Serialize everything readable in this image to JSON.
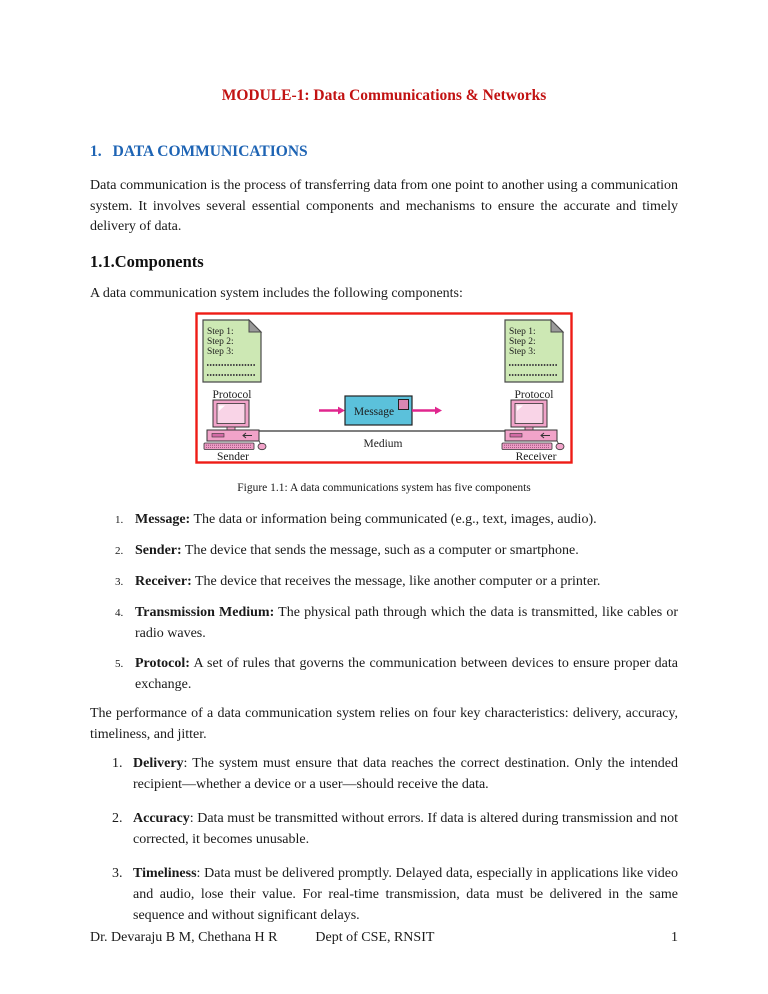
{
  "title": "MODULE-1: Data Communications & Networks",
  "section1": {
    "heading_num": "1.",
    "heading_title": "DATA COMMUNICATIONS",
    "intro": "Data communication is the process of transferring data from one point to another using a communication system. It involves several essential components and mechanisms to ensure the accurate and timely delivery of data."
  },
  "section11": {
    "heading": "1.1.Components",
    "lead": "A data communication system includes the following components:"
  },
  "figure": {
    "caption": "Figure 1.1: A data communications system has five components",
    "doc_lines": [
      "Step 1:",
      "Step 2:",
      "Step 3:"
    ],
    "protocol_left_label": "Protocol",
    "protocol_right_label": "Protocol",
    "message_label": "Message",
    "medium_label": "Medium",
    "sender_label": "Sender",
    "receiver_label": "Receiver"
  },
  "components_list": [
    {
      "num": "1.",
      "term": "Message:",
      "rest": " The data or information being communicated (e.g., text, images, audio)."
    },
    {
      "num": "2.",
      "term": "Sender:",
      "rest": " The device that sends the message, such as a computer or smartphone."
    },
    {
      "num": "3.",
      "term": "Receiver:",
      "rest": " The device that receives the message, like another computer or a printer."
    },
    {
      "num": "4.",
      "term": "Transmission Medium:",
      "rest": " The physical path through which the data is transmitted, like cables or radio waves."
    },
    {
      "num": "5.",
      "term": "Protocol:",
      "rest": " A set of rules that governs the communication between devices to ensure proper data exchange."
    }
  ],
  "performance_para": "The performance of a data communication system relies on four key characteristics: delivery, accuracy, timeliness, and jitter.",
  "characteristics_list": [
    {
      "num": "1.",
      "term": "Delivery",
      "rest": ": The system must ensure that data reaches the correct destination. Only the intended recipient—whether a device or a user—should receive the data."
    },
    {
      "num": "2.",
      "term": "Accuracy",
      "rest": ": Data must be transmitted without errors. If data is altered during transmission and not corrected, it becomes unusable."
    },
    {
      "num": "3.",
      "term": "Timeliness",
      "rest": ": Data must be delivered promptly. Delayed data, especially in applications like video and audio, lose their value. For real-time transmission, data must be delivered in the same sequence and without significant delays."
    }
  ],
  "footer": {
    "authors": "Dr. Devaraju B M, Chethana H R",
    "dept": "Dept of CSE, RNSIT",
    "page_number": "1"
  },
  "colors": {
    "title_red": "#C21212",
    "heading_blue": "#1E64B4",
    "figure_border_red": "#EE1C16",
    "protocol_doc_green": "#CDE8B4",
    "message_box_blue": "#5BC1DB",
    "arrow_pink": "#E0268E",
    "computer_pink": "#F1A3C9"
  }
}
